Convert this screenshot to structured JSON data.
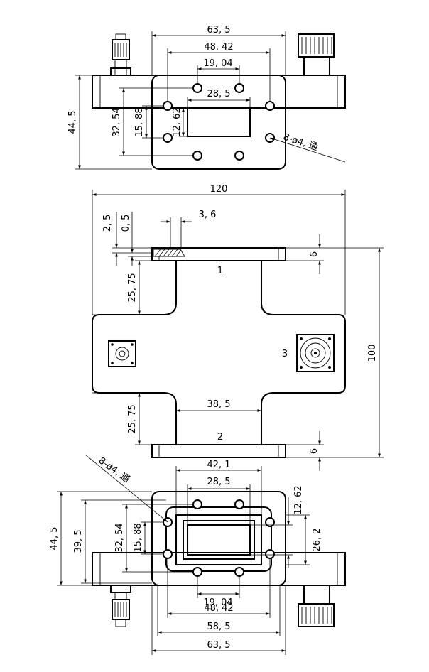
{
  "top_view": {
    "dims": {
      "w635": "63, 5",
      "w4842": "48, 42",
      "w1904": "19, 04",
      "w285": "28, 5",
      "h445": "44, 5",
      "h3254": "32, 54",
      "h1588": "15, 88",
      "h1262": "12, 62"
    },
    "hole_note": "8-ø4, 通"
  },
  "side_view": {
    "dims": {
      "w120": "120",
      "d25": "2, 5",
      "d05": "0, 5",
      "d36": "3, 6",
      "h6a": "6",
      "h6b": "6",
      "h100": "100",
      "h2575a": "25, 75",
      "h2575b": "25, 75",
      "w385": "38, 5"
    },
    "ports": {
      "p1": "1",
      "p2": "2",
      "p3": "3"
    }
  },
  "bottom_view": {
    "dims": {
      "w421": "42, 1",
      "w285": "28, 5",
      "h1262": "12, 62",
      "h445": "44, 5",
      "h395": "39, 5",
      "h3254": "32, 54",
      "h1588": "15, 88",
      "h262": "26, 2",
      "w1904": "19, 04",
      "w4842": "48, 42",
      "w585": "58, 5",
      "w635": "63, 5"
    },
    "hole_note": "8-ø4, 通"
  }
}
